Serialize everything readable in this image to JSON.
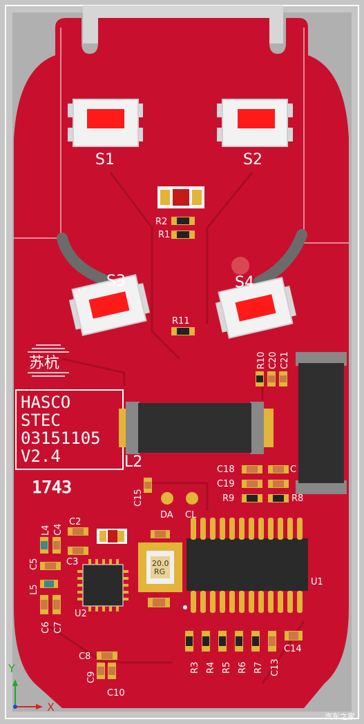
{
  "board": {
    "switches": [
      "S1",
      "S2",
      "S3",
      "S4"
    ],
    "logo_text": "苏杭",
    "silkscreen_lines": [
      "HASCO",
      "STEC",
      "03151105",
      "V2.4"
    ],
    "inductor": "L2",
    "code_mark": "1743",
    "test_points": [
      "DA",
      "CL"
    ],
    "ic_main": "U1",
    "ic_small": "U2",
    "crystal_marking": [
      "20.0",
      "RG"
    ],
    "resistors_top": [
      "R2",
      "R1",
      "R11"
    ],
    "vert_right": [
      "R10",
      "C20",
      "C21"
    ],
    "row_c18": "C18",
    "row_c19": "C19",
    "row_r9": "R9",
    "row_r8": "R8",
    "row_c": "C",
    "left_parts": [
      "C15",
      "L4",
      "C4",
      "C2",
      "C5",
      "C3",
      "L5",
      "C6",
      "C7"
    ],
    "bottom_resistors": [
      "R3",
      "R4",
      "R5",
      "R6",
      "R7",
      "C13"
    ],
    "c14": "C14",
    "c8": "C8",
    "c9": "C9",
    "c10": "C10",
    "axis_y": "Y",
    "axis_x": "X",
    "watermark": "汽车之家"
  },
  "colors": {
    "pcb_red": "#c8102e",
    "pcb_dark": "#a10c24",
    "frame_grey": "#b9b9b9",
    "pad_gold": "#e3b43a",
    "silk_white": "#ffffff",
    "ic_black": "#2a2a2a"
  }
}
